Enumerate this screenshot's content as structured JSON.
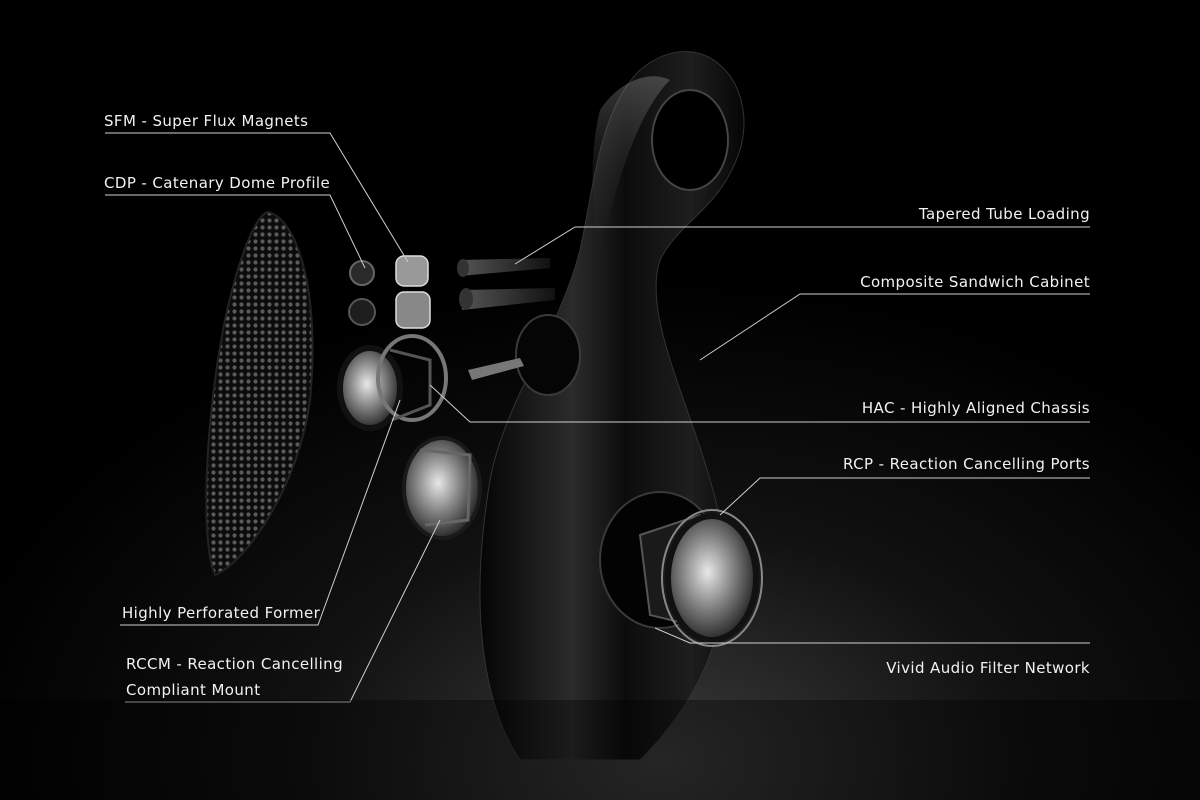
{
  "callouts_left": {
    "sfm": "SFM - Super Flux Magnets",
    "cdp": "CDP - Catenary Dome Profile",
    "perforated_former": "Highly Perforated Former",
    "rccm_line1": "RCCM - Reaction Cancelling",
    "rccm_line2": "Compliant Mount"
  },
  "callouts_right": {
    "tapered_tube": "Tapered Tube Loading",
    "cabinet": "Composite Sandwich Cabinet",
    "hac": "HAC - Highly Aligned Chassis",
    "rcp": "RCP - Reaction Cancelling Ports",
    "filter_network": "Vivid Audio Filter Network"
  },
  "colors": {
    "background": "#000000",
    "text": "#f2f2f2",
    "leader_line": "#cfcfcf",
    "cabinet_gloss": "#1a1a1a"
  }
}
